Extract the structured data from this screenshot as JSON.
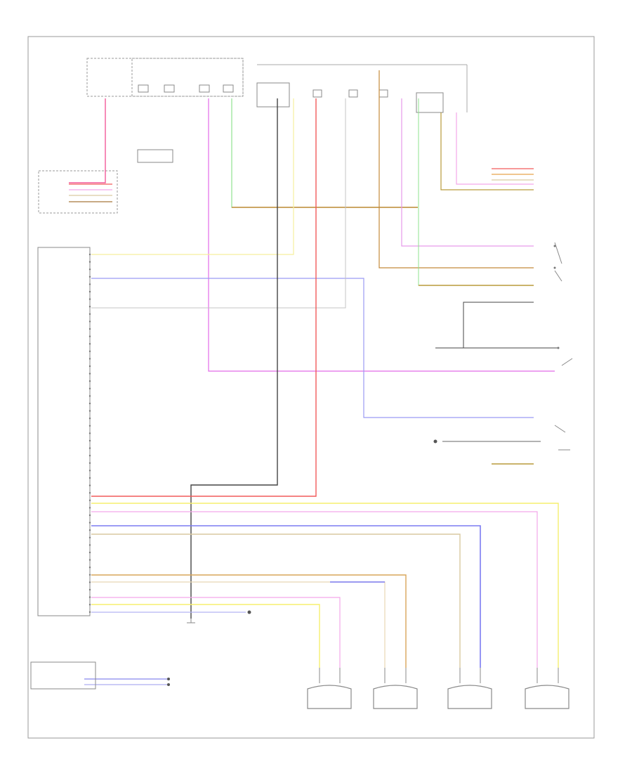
{
  "diagram": {
    "footer_code": "",
    "modules": [
      {
        "key": "instrument_cluster",
        "label": ""
      },
      {
        "key": "abs_control_module",
        "label": ""
      },
      {
        "key": "steering_angle_sensor",
        "label": ""
      }
    ],
    "wheel_speed_sensors": [
      {
        "key": "lf_sensor",
        "label": ""
      },
      {
        "key": "rf_sensor",
        "label": ""
      },
      {
        "key": "lr_sensor",
        "label": ""
      },
      {
        "key": "rr_sensor",
        "label": ""
      }
    ],
    "switches": [
      {
        "key": "powertrain_control_switch",
        "label": ""
      },
      {
        "key": "brake_pedal_switch",
        "label": ""
      },
      {
        "key": "traction_control_switch",
        "label": ""
      }
    ],
    "wire_colors": {
      "pink": "#f4a6e9",
      "red": "#f25a5a",
      "yellow": "#f5ef6e",
      "blue": "#7b7bf2",
      "tan": "#d9c9a0",
      "orange": "#e6a24a",
      "green": "#8fe38f",
      "violet": "#e093ea",
      "gray": "#b4b4b4",
      "black": "#333333",
      "brown": "#a8773b"
    }
  }
}
